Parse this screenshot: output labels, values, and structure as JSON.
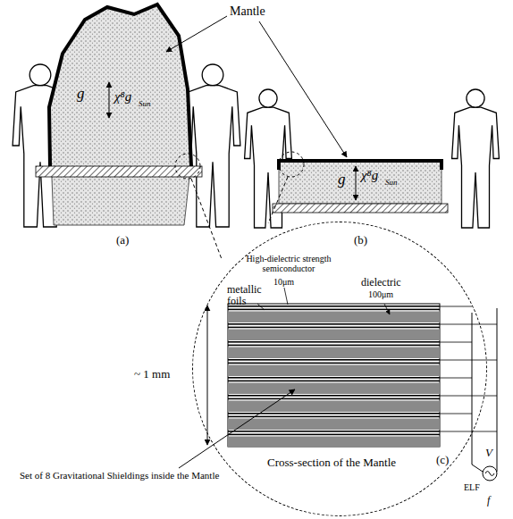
{
  "diagram": {
    "nodes": [
      {
        "text": [
          "Cross-section of the Mantle"
        ]
      }
    ],
    "labels": [
      "Mantle",
      "g",
      "χ⁸g",
      "Sun",
      "g",
      "χ⁸g",
      "Sun",
      "(a)",
      "(b)",
      "High-dielectric strength semiconductor",
      "10μm",
      "metallic foils",
      "dielectric",
      "100μm",
      "(c)",
      "~ 1 mm",
      "Set of 8 Gravitational Shieldings inside the Mantle",
      "V",
      "ELF",
      "f"
    ]
  }
}
